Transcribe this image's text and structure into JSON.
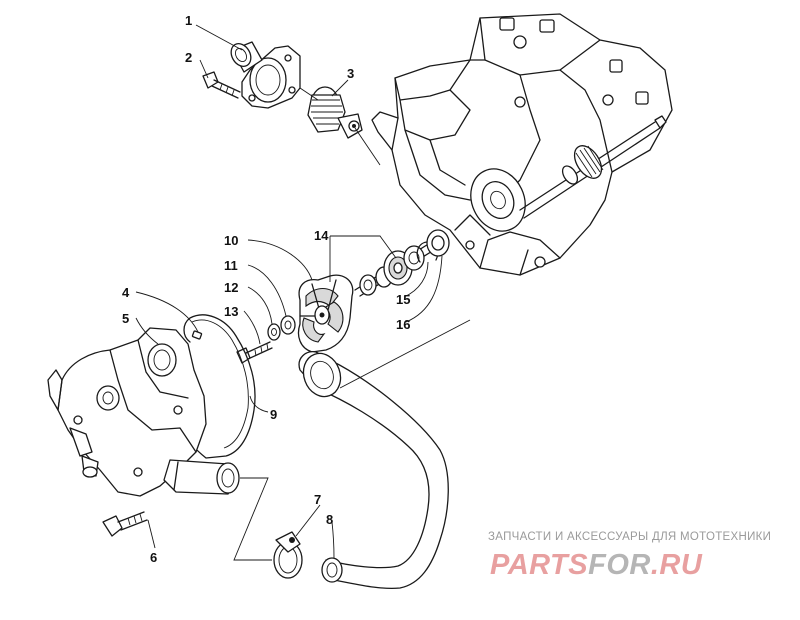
{
  "callouts": [
    {
      "id": "c1",
      "label": "1"
    },
    {
      "id": "c2",
      "label": "2"
    },
    {
      "id": "c3",
      "label": "3"
    },
    {
      "id": "c4",
      "label": "4"
    },
    {
      "id": "c5",
      "label": "5"
    },
    {
      "id": "c6",
      "label": "6"
    },
    {
      "id": "c7",
      "label": "7"
    },
    {
      "id": "c8",
      "label": "8"
    },
    {
      "id": "c9",
      "label": "9"
    },
    {
      "id": "c10",
      "label": "10"
    },
    {
      "id": "c11",
      "label": "11"
    },
    {
      "id": "c12",
      "label": "12"
    },
    {
      "id": "c13",
      "label": "13"
    },
    {
      "id": "c14",
      "label": "14"
    },
    {
      "id": "c15",
      "label": "15"
    },
    {
      "id": "c16",
      "label": "16"
    }
  ],
  "watermark": {
    "tagline": "ЗАПЧАСТИ И АКСЕССУАРЫ ДЛЯ МОТОТЕХНИКИ",
    "brand_part1": "PARTS",
    "brand_part2": "FOR",
    "brand_part3": ".RU",
    "color_primary": "#e8a0a0",
    "color_secondary": "#b5b5b5"
  }
}
